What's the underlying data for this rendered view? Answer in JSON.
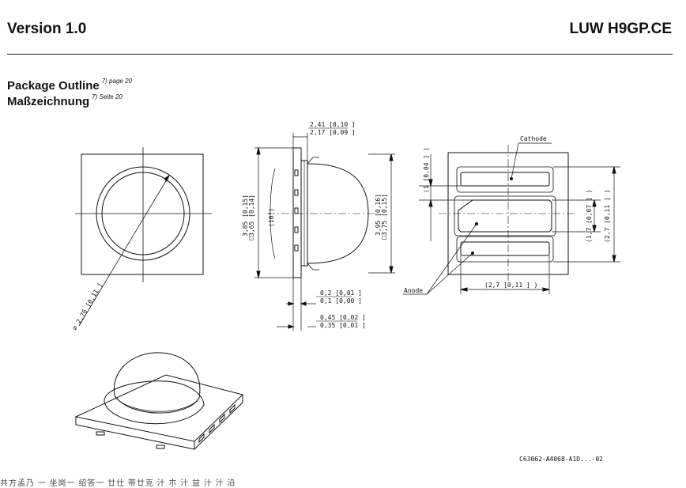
{
  "header": {
    "version": "Version 1.0",
    "product": "LUW H9GP.CE"
  },
  "section": {
    "title_en": "Package Outline",
    "title_en_note": "7) page 20",
    "title_de": "Maßzeichnung",
    "title_de_note": "7) Seite 20"
  },
  "dimensions": {
    "dia": "⌀ 2,76 [0,11 ]",
    "width_top_a": "2,41 [0,10 ]",
    "width_top_b": "2,17 [0,09 ]",
    "height_left_a": "3,85 [0,15]",
    "height_left_b": "3,65 [0,14]",
    "height_left_sq": "□",
    "angle": "(10°)",
    "height_right_a": "3,95 [0,16]",
    "height_right_b": "3,75 [0,15]",
    "height_right_sq": "□",
    "lead_a": "0,2 [0,01 ]",
    "lead_b": "0,1 [0,00 ]",
    "base_a": "0,45 [0,02 ]",
    "base_b": "0,35 [0,01 ]",
    "pad_gap": "(1 [0,04 ] )",
    "pad_h1": "(1,7 [0,07 ] )",
    "pad_h2": "(2,7 [0,11 ] )",
    "pad_w": "(2,7 [0,11 ] )",
    "cathode": "Cathode",
    "anode": "Anode"
  },
  "footer": {
    "drawing_code": "C63062-A4068-A1D...-02",
    "garbled_line": "共方孟乃 一 坐岗一 绍答一 廿仕 带廿克 汁 朩 汁 益 汁 汁 沿"
  }
}
